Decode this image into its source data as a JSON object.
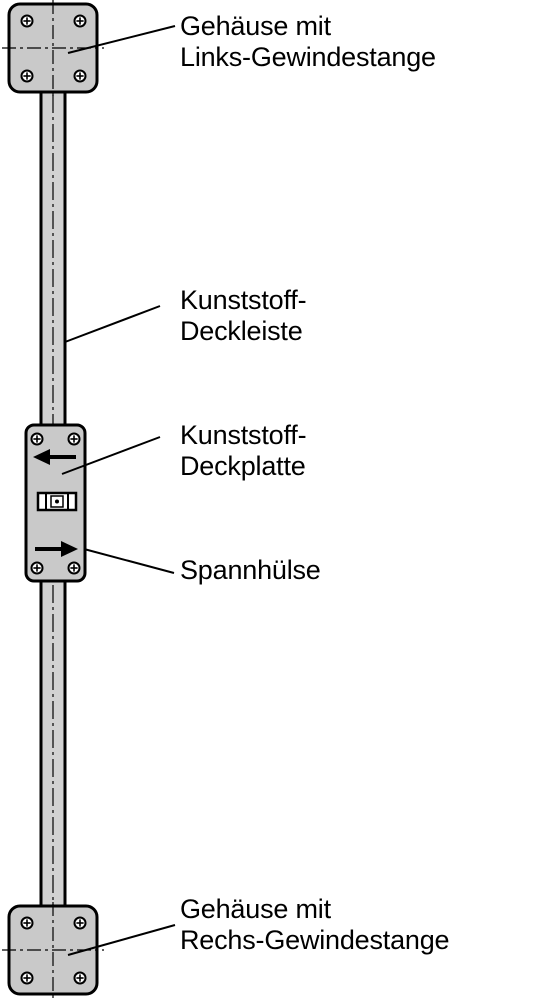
{
  "labels": {
    "top_housing": {
      "line1": "Gehäuse mit",
      "line2": "Links-Gewindestange"
    },
    "cover_strip": {
      "line1": "Kunststoff-",
      "line2": "Deckleiste"
    },
    "cover_plate": {
      "line1": "Kunststoff-",
      "line2": "Deckplatte"
    },
    "sleeve": {
      "line1": "Spannhülse"
    },
    "bottom_housing": {
      "line1": "Gehäuse mit",
      "line2": "Rechs-Gewindestange"
    }
  },
  "colors": {
    "part_fill": "#c9c9c9",
    "rod_fill": "#d2d2d2",
    "outline": "#000000"
  },
  "icons": [
    "screw-icon",
    "arrow-left-icon",
    "arrow-right-icon",
    "window-icon"
  ]
}
